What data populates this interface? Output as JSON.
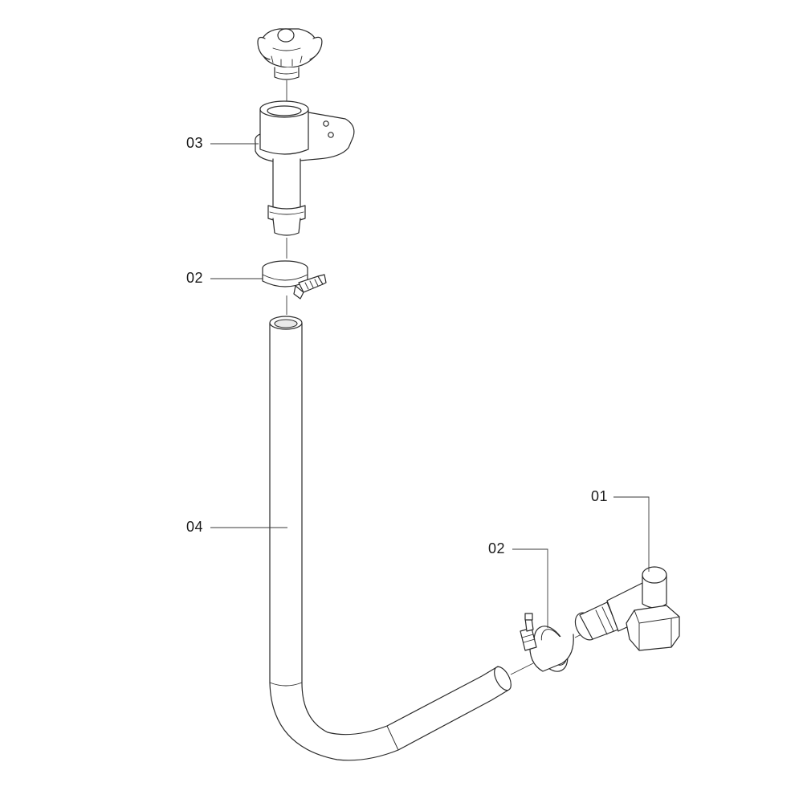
{
  "diagram": {
    "callouts": [
      {
        "id": "callout-03",
        "text": "03"
      },
      {
        "id": "callout-02-top",
        "text": "02"
      },
      {
        "id": "callout-04",
        "text": "04"
      },
      {
        "id": "callout-01",
        "text": "01"
      },
      {
        "id": "callout-02-bottom",
        "text": "02"
      }
    ],
    "line_color": "#2a2a2a",
    "background": "#ffffff"
  }
}
